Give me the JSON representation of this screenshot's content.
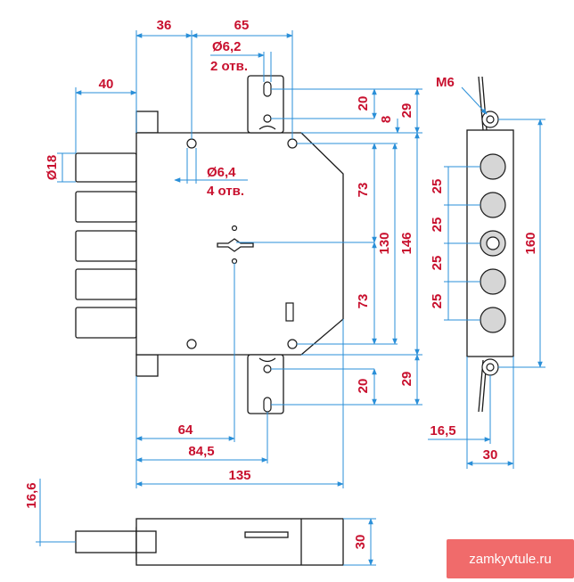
{
  "front_view": {
    "dim_36": "36",
    "dim_65": "65",
    "dim_hole_top": "Ø6,2",
    "dim_hole_top_count": "2 отв.",
    "dim_40": "40",
    "dim_bolt_dia": "Ø18",
    "dim_hole_body": "Ø6,4",
    "dim_hole_body_count": "4 отв.",
    "dim_20_top": "20",
    "dim_8": "8",
    "dim_29_top": "29",
    "dim_73_top": "73",
    "dim_130": "130",
    "dim_146": "146",
    "dim_73_bottom": "73",
    "dim_20_bottom": "20",
    "dim_29_bottom": "29",
    "dim_64": "64",
    "dim_84_5": "84,5",
    "dim_135": "135"
  },
  "side_view": {
    "thread": "M6",
    "spacing": [
      "25",
      "25",
      "25",
      "25"
    ],
    "dim_160": "160",
    "dim_16_5": "16,5",
    "dim_30": "30"
  },
  "bottom_view": {
    "dim_16_6": "16,6",
    "dim_30": "30"
  },
  "watermark": "zamkyvtule.ru",
  "colors": {
    "outline": "#1a1a1a",
    "dimension_line": "#2a8fd8",
    "dimension_text": "#c8102e",
    "watermark_bg": "#f06b6b"
  }
}
